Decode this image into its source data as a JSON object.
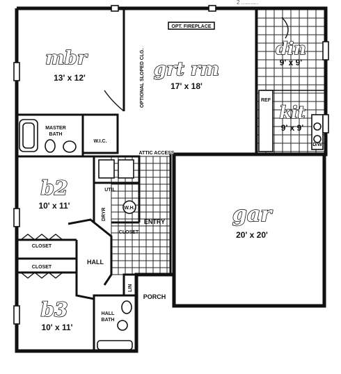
{
  "corner_text": "2 ...........",
  "rooms": {
    "mbr": {
      "name": "mbr",
      "dim": "13' x 12'"
    },
    "grt": {
      "name": "grt rm",
      "dim": "17' x 18'"
    },
    "din": {
      "name": "din",
      "dim": "9' x 9'"
    },
    "kit": {
      "name": "kit",
      "dim": "9' x 9'"
    },
    "b2": {
      "name": "b2",
      "dim": "10' x 11'"
    },
    "gar": {
      "name": "gar",
      "dim": "20' x 20'"
    },
    "b3": {
      "name": "b3",
      "dim": "10' x 11'"
    }
  },
  "labels": {
    "fireplace": "OPT. FIREPLACE",
    "optional_closet": "OPTIONAL SLOPED CLG.",
    "master_bath_1": "MASTER",
    "master_bath_2": "BATH",
    "wic": "W.I.C.",
    "attic": "ATTIC ACCESS",
    "util": "UTIL",
    "entry": "ENTRY",
    "closet": "CLOSET",
    "closet_b2": "CLOSET",
    "closet_b3": "CLOSET",
    "hall": "HALL",
    "porch": "PORCH",
    "hall_bath_1": "HALL",
    "hall_bath_2": "BATH",
    "ref": "REF",
    "wh": "W.H.",
    "dryer": "DRYR",
    "dw": "D/W",
    "lin": "LIN"
  }
}
